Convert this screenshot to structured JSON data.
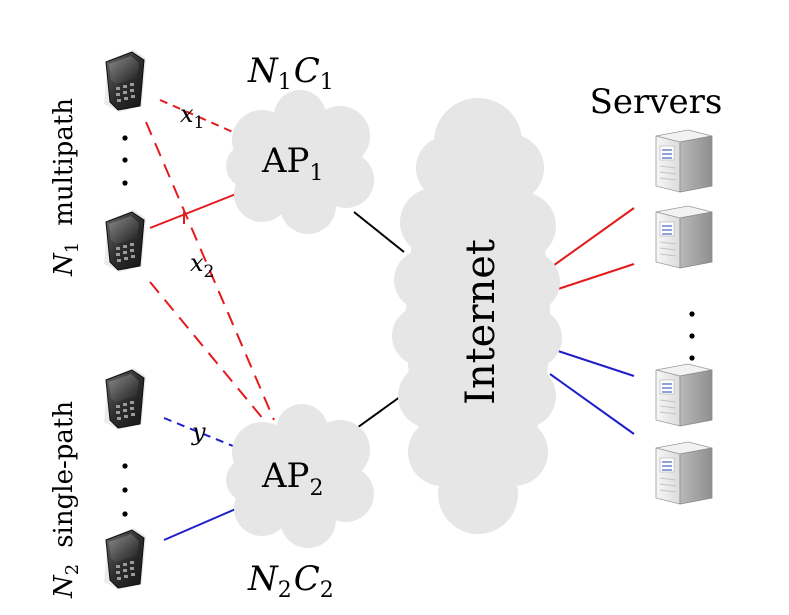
{
  "groups": {
    "multipath": {
      "label_sym": "N",
      "label_sub": "1",
      "label_word": "multipath",
      "ap_sym": "AP",
      "ap_sub": "1",
      "cap_n": "N",
      "cap_n_sub": "1",
      "cap_c": "C",
      "cap_c_sub": "1"
    },
    "singlepath": {
      "label_sym": "N",
      "label_sub": "2",
      "label_word": "single-path",
      "ap_sym": "AP",
      "ap_sub": "2",
      "cap_n": "N",
      "cap_n_sub": "2",
      "cap_c": "C",
      "cap_c_sub": "2"
    }
  },
  "links": {
    "x1_sym": "x",
    "x1_sub": "1",
    "x2_sym": "x",
    "x2_sub": "2",
    "y_sym": "y"
  },
  "internet_label": "Internet",
  "servers_label": "Servers",
  "colors": {
    "multipath_link": "#e41a1c",
    "singlepath_link": "#1f1fcc",
    "backbone_link": "#000000",
    "cloud_fill": "#e6e6e6"
  }
}
